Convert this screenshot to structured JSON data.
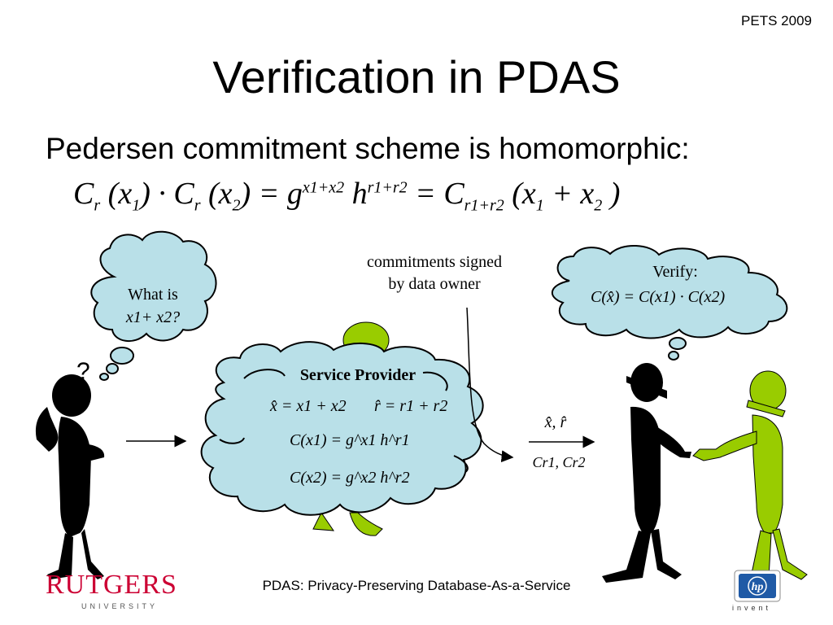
{
  "header": {
    "conference": "PETS 2009",
    "title": "Verification in PDAS"
  },
  "subtitle": "Pedersen commitment scheme is homomorphic:",
  "formula": {
    "c": "C",
    "r1": "r",
    "r1_sub": "1",
    "x1": "x",
    "x1_sub": "1",
    "dot": "·",
    "eq": "=",
    "g": "g",
    "h": "h",
    "plus": "+",
    "r2": "r",
    "r2_sub": "2",
    "x2": "x",
    "x2_sub": "2"
  },
  "note": {
    "line1": "commitments signed",
    "line2": "by data owner"
  },
  "thought": {
    "line1": "What is",
    "line2": "x1+ x2?",
    "mark": "?"
  },
  "verify": {
    "label": "Verify:",
    "formula": "C(x̂) = C(x1) · C(x2)"
  },
  "service_provider": {
    "title": "Service Provider",
    "line1": "x̂ = x1 + x2",
    "line2": "r̂ = r1 + r2",
    "line3": "C(x1) = g^x1 h^r1",
    "line4": "C(x2) = g^x2 h^r2"
  },
  "transfer": {
    "top": "x̂, r̂",
    "bottom": "Cr1, Cr2"
  },
  "footer": {
    "caption": "PDAS: Privacy-Preserving Database-As-a-Service",
    "rutgers": "RUTGERS",
    "rutgers_sub": "UNIVERSITY",
    "hp_sub": "invent"
  },
  "colors": {
    "cloud": "#b9e0e8",
    "green": "#99cc00",
    "red": "#cc0033",
    "hp_blue": "#1f5aa6"
  }
}
